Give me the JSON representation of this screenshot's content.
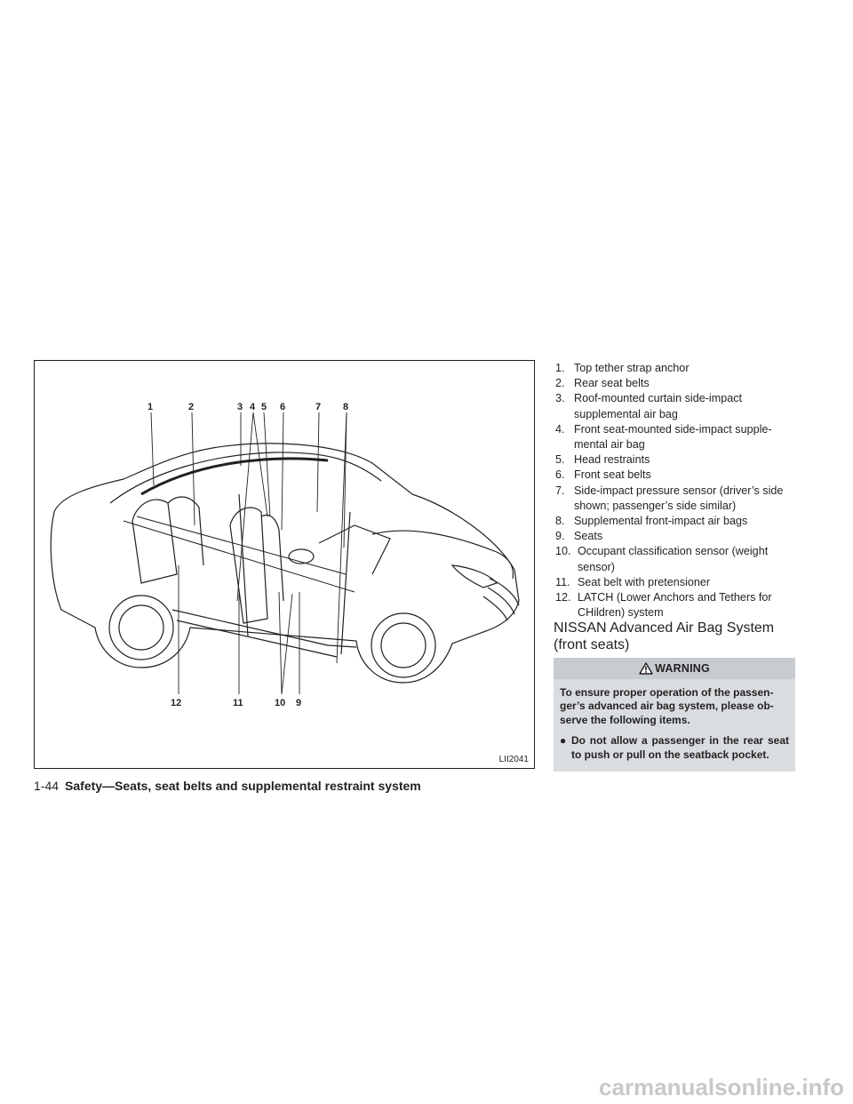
{
  "figure": {
    "code": "LII2041",
    "callouts": [
      "1",
      "2",
      "3",
      "4",
      "5",
      "6",
      "7",
      "8",
      "9",
      "10",
      "11",
      "12"
    ]
  },
  "list": [
    {
      "num": "1.",
      "text": "Top tether strap anchor"
    },
    {
      "num": "2.",
      "text": "Rear seat belts"
    },
    {
      "num": "3.",
      "text": "Roof-mounted curtain side-impact supplemental air bag"
    },
    {
      "num": "4.",
      "text": "Front seat-mounted side-impact supple-mental air bag"
    },
    {
      "num": "5.",
      "text": "Head restraints"
    },
    {
      "num": "6.",
      "text": "Front seat belts"
    },
    {
      "num": "7.",
      "text": "Side-impact pressure sensor (driver’s side shown; passenger’s side similar)"
    },
    {
      "num": "8.",
      "text": "Supplemental front-impact air bags"
    },
    {
      "num": "9.",
      "text": "Seats"
    },
    {
      "num": "10.",
      "text": "Occupant classification sensor (weight sensor)"
    },
    {
      "num": "11.",
      "text": "Seat belt with pretensioner"
    },
    {
      "num": "12.",
      "text": "LATCH (Lower Anchors and Tethers for CHildren) system"
    }
  ],
  "section": {
    "title": "NISSAN Advanced Air Bag System (front seats)"
  },
  "warning": {
    "heading": "WARNING",
    "intro": "To ensure proper operation of the passen-ger’s advanced air bag system, please ob-serve the following items.",
    "bullet": "●",
    "item": "Do not allow a passenger in the rear seat to push or pull on the seatback pocket."
  },
  "footer": {
    "page": "1-44",
    "chapter": "Safety—Seats, seat belts and supplemental restraint system"
  },
  "watermark": "carmanualsonline.info"
}
